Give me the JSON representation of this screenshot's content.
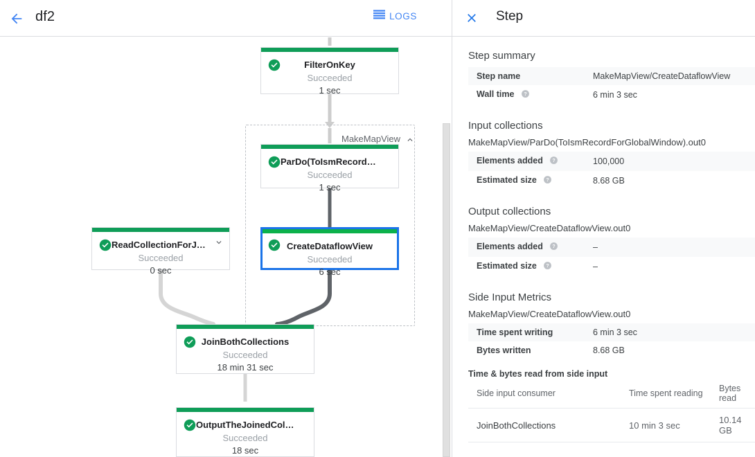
{
  "left_header": {
    "back_icon": "arrow-left-icon",
    "job_title": "df2",
    "logs_label": "LOGS",
    "logs_icon": "list-icon",
    "accent": "#4285f4"
  },
  "graph": {
    "group": {
      "label": "MakeMapView",
      "collapse_icon": "chevron-up-icon"
    },
    "nodes": [
      {
        "id": "FilterOnKey",
        "name": "FilterOnKey",
        "status": "Succeeded",
        "time": "1 sec",
        "status_color": "#0f9d58",
        "selected": false,
        "expandable": false
      },
      {
        "id": "ParDo",
        "name": "ParDo(ToIsmRecordFor…",
        "status": "Succeeded",
        "time": "1 sec",
        "status_color": "#0f9d58",
        "selected": false,
        "expandable": false
      },
      {
        "id": "CreateDataflowView",
        "name": "CreateDataflowView",
        "status": "Succeeded",
        "time": "6 sec",
        "status_color": "#0f9d58",
        "selected": true,
        "expandable": false
      },
      {
        "id": "ReadCollectionForJoin",
        "name": "ReadCollectionForJoin",
        "status": "Succeeded",
        "time": "0 sec",
        "status_color": "#0f9d58",
        "selected": false,
        "expandable": true,
        "expand_icon": "chevron-down-icon"
      },
      {
        "id": "JoinBothCollections",
        "name": "JoinBothCollections",
        "status": "Succeeded",
        "time": "18 min 31 sec",
        "status_color": "#0f9d58",
        "selected": false,
        "expandable": false
      },
      {
        "id": "OutputTheJoinedCollection",
        "name": "OutputTheJoinedCollec…",
        "status": "Succeeded",
        "time": "18 sec",
        "status_color": "#0f9d58",
        "selected": false,
        "expandable": false
      }
    ]
  },
  "panel": {
    "close_icon": "close-icon",
    "title": "Step",
    "summary": {
      "heading": "Step summary",
      "rows": [
        {
          "key": "Step name",
          "value": "MakeMapView/CreateDataflowView",
          "help": false
        },
        {
          "key": "Wall time",
          "value": "6 min 3 sec",
          "help": true
        }
      ]
    },
    "input_collections": {
      "heading": "Input collections",
      "path": "MakeMapView/ParDo(ToIsmRecordForGlobalWindow).out0",
      "rows": [
        {
          "key": "Elements added",
          "value": "100,000",
          "help": true
        },
        {
          "key": "Estimated size",
          "value": "8.68 GB",
          "help": true
        }
      ]
    },
    "output_collections": {
      "heading": "Output collections",
      "path": "MakeMapView/CreateDataflowView.out0",
      "rows": [
        {
          "key": "Elements added",
          "value": "–",
          "help": true
        },
        {
          "key": "Estimated size",
          "value": "–",
          "help": true
        }
      ]
    },
    "side_input_metrics": {
      "heading": "Side Input Metrics",
      "path": "MakeMapView/CreateDataflowView.out0",
      "rows": [
        {
          "key": "Time spent writing",
          "value": "6 min 3 sec",
          "help": false
        },
        {
          "key": "Bytes written",
          "value": "8.68 GB",
          "help": false
        }
      ],
      "table": {
        "heading": "Time & bytes read from side input",
        "columns": [
          "Side input consumer",
          "Time spent reading",
          "Bytes read"
        ],
        "rows": [
          [
            "JoinBothCollections",
            "10 min 3 sec",
            "10.14 GB"
          ]
        ]
      }
    }
  }
}
